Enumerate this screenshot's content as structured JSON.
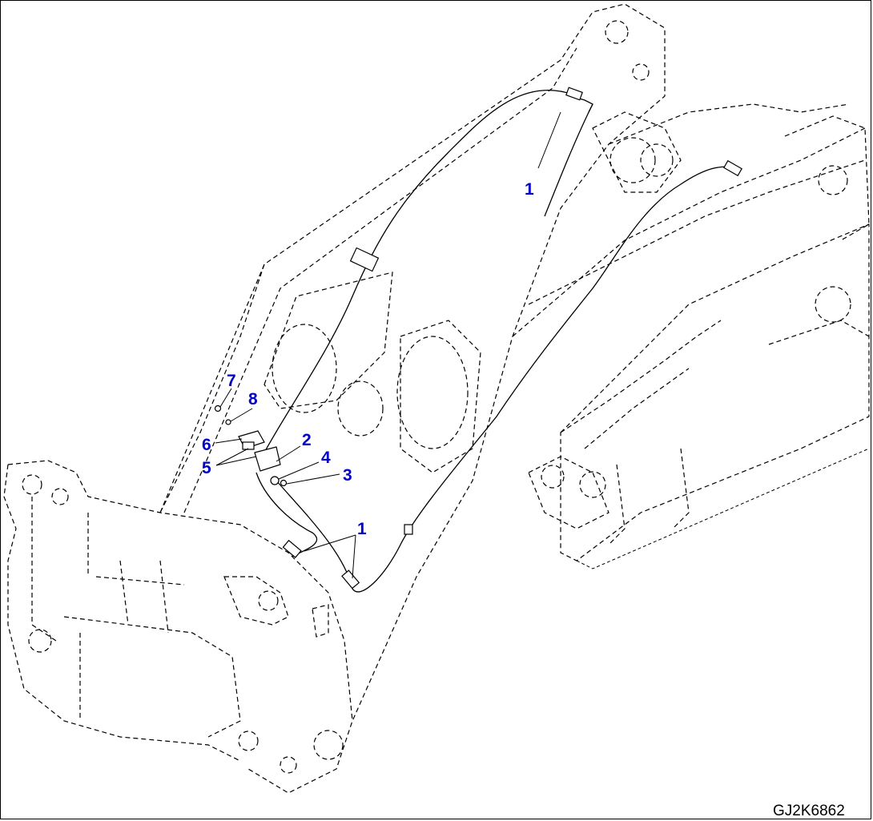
{
  "diagram": {
    "callouts": [
      {
        "id": "c1a",
        "text": "1"
      },
      {
        "id": "c1b",
        "text": "1"
      },
      {
        "id": "c2",
        "text": "2"
      },
      {
        "id": "c3",
        "text": "3"
      },
      {
        "id": "c4",
        "text": "4"
      },
      {
        "id": "c5",
        "text": "5"
      },
      {
        "id": "c6",
        "text": "6"
      },
      {
        "id": "c7",
        "text": "7"
      },
      {
        "id": "c8",
        "text": "8"
      }
    ],
    "drawing_code": "GJ2K6862",
    "callout_color": "#0000c8",
    "line_color": "#000000"
  }
}
